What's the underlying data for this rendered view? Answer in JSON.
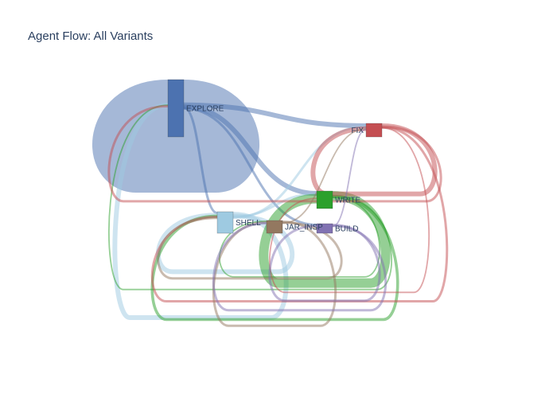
{
  "chart_data": {
    "type": "sankey",
    "title": "Agent Flow: All Variants",
    "nodes": [
      {
        "id": "EXPLORE",
        "label": "EXPLORE",
        "color": "#4c72b0"
      },
      {
        "id": "FIX",
        "label": "FIX",
        "color": "#c44e52"
      },
      {
        "id": "WRITE",
        "label": "WRITE",
        "color": "#2ca02c"
      },
      {
        "id": "SHELL",
        "label": "SHELL",
        "color": "#9ecae1"
      },
      {
        "id": "JAR_INSPECT",
        "label": "JAR_INSP",
        "color": "#937860"
      },
      {
        "id": "BUILD",
        "label": "BUILD",
        "color": "#8172b2"
      }
    ],
    "links": [
      {
        "source": "EXPLORE",
        "target": "EXPLORE",
        "value": 12,
        "color": "#4c72b0"
      },
      {
        "source": "EXPLORE",
        "target": "FIX",
        "value": 1,
        "color": "#4c72b0"
      },
      {
        "source": "EXPLORE",
        "target": "WRITE",
        "value": 1,
        "color": "#4c72b0"
      },
      {
        "source": "EXPLORE",
        "target": "SHELL",
        "value": 0.5,
        "color": "#4c72b0"
      },
      {
        "source": "EXPLORE",
        "target": "BUILD",
        "value": 0.5,
        "color": "#4c72b0"
      },
      {
        "source": "SHELL",
        "target": "EXPLORE",
        "value": 1,
        "color": "#9ecae1"
      },
      {
        "source": "SHELL",
        "target": "SHELL",
        "value": 1,
        "color": "#9ecae1"
      },
      {
        "source": "SHELL",
        "target": "WRITE",
        "value": 0.5,
        "color": "#9ecae1"
      },
      {
        "source": "SHELL",
        "target": "FIX",
        "value": 0.5,
        "color": "#9ecae1"
      },
      {
        "source": "WRITE",
        "target": "WRITE",
        "value": 2,
        "color": "#2ca02c"
      },
      {
        "source": "WRITE",
        "target": "EXPLORE",
        "value": 0.3,
        "color": "#2ca02c"
      },
      {
        "source": "WRITE",
        "target": "SHELL",
        "value": 0.6,
        "color": "#2ca02c"
      },
      {
        "source": "WRITE",
        "target": "JAR_INSPECT",
        "value": 0.3,
        "color": "#2ca02c"
      },
      {
        "source": "FIX",
        "target": "FIX",
        "value": 1,
        "color": "#c44e52"
      },
      {
        "source": "FIX",
        "target": "EXPLORE",
        "value": 0.5,
        "color": "#c44e52"
      },
      {
        "source": "FIX",
        "target": "SHELL",
        "value": 0.5,
        "color": "#c44e52"
      },
      {
        "source": "FIX",
        "target": "WRITE",
        "value": 0.3,
        "color": "#c44e52"
      },
      {
        "source": "JAR_INSPECT",
        "target": "JAR_INSPECT",
        "value": 0.5,
        "color": "#937860"
      },
      {
        "source": "JAR_INSPECT",
        "target": "SHELL",
        "value": 0.5,
        "color": "#937860"
      },
      {
        "source": "JAR_INSPECT",
        "target": "FIX",
        "value": 0.3,
        "color": "#937860"
      },
      {
        "source": "BUILD",
        "target": "BUILD",
        "value": 0.5,
        "color": "#8172b2"
      },
      {
        "source": "BUILD",
        "target": "JAR_INSPECT",
        "value": 0.5,
        "color": "#8172b2"
      },
      {
        "source": "BUILD",
        "target": "FIX",
        "value": 0.3,
        "color": "#8172b2"
      }
    ]
  }
}
